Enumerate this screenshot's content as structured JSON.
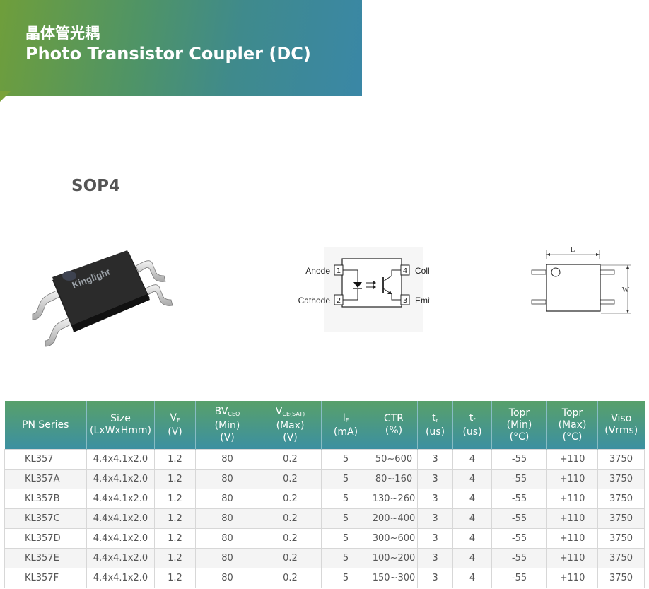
{
  "header": {
    "title_cn": "晶体管光耦",
    "title_en": "Photo Transistor Coupler (DC)"
  },
  "package": {
    "name": "SOP4",
    "chip_brand": "Kinglight"
  },
  "schematic": {
    "pins": [
      {
        "num": "1",
        "label": "Anode"
      },
      {
        "num": "2",
        "label": "Cathode"
      },
      {
        "num": "3",
        "label": "Emitter"
      },
      {
        "num": "4",
        "label": "Collector"
      }
    ]
  },
  "dimension": {
    "length_label": "L",
    "width_label": "W"
  },
  "table": {
    "headers": [
      {
        "main": "PN Series"
      },
      {
        "main": "Size",
        "line2": "(LxWxHmm)"
      },
      {
        "main": "V",
        "sub": "F",
        "line2": "(V)"
      },
      {
        "main": "BV",
        "sub": "CEO",
        "line2": "(Min)",
        "line3": "(V)"
      },
      {
        "main": "V",
        "sub": "CE(SAT)",
        "line2": "(Max)",
        "line3": "(V)"
      },
      {
        "main": "I",
        "sub": "F",
        "line2": "(mA)"
      },
      {
        "main": "CTR",
        "line2": "(%)"
      },
      {
        "main": "t",
        "sub": "r",
        "line2": "(us)"
      },
      {
        "main": "t",
        "sub": "f",
        "line2": "(us)"
      },
      {
        "main": "Topr",
        "line2": "(Min)",
        "line3": "(°C)"
      },
      {
        "main": "Topr",
        "line2": "(Max)",
        "line3": "(°C)"
      },
      {
        "main": "Viso",
        "line2": "(Vrms)"
      }
    ],
    "rows": [
      [
        "KL357",
        "4.4x4.1x2.0",
        "1.2",
        "80",
        "0.2",
        "5",
        "50~600",
        "3",
        "4",
        "-55",
        "+110",
        "3750"
      ],
      [
        "KL357A",
        "4.4x4.1x2.0",
        "1.2",
        "80",
        "0.2",
        "5",
        "80~160",
        "3",
        "4",
        "-55",
        "+110",
        "3750"
      ],
      [
        "KL357B",
        "4.4x4.1x2.0",
        "1.2",
        "80",
        "0.2",
        "5",
        "130~260",
        "3",
        "4",
        "-55",
        "+110",
        "3750"
      ],
      [
        "KL357C",
        "4.4x4.1x2.0",
        "1.2",
        "80",
        "0.2",
        "5",
        "200~400",
        "3",
        "4",
        "-55",
        "+110",
        "3750"
      ],
      [
        "KL357D",
        "4.4x4.1x2.0",
        "1.2",
        "80",
        "0.2",
        "5",
        "300~600",
        "3",
        "4",
        "-55",
        "+110",
        "3750"
      ],
      [
        "KL357E",
        "4.4x4.1x2.0",
        "1.2",
        "80",
        "0.2",
        "5",
        "100~200",
        "3",
        "4",
        "-55",
        "+110",
        "3750"
      ],
      [
        "KL357F",
        "4.4x4.1x2.0",
        "1.2",
        "80",
        "0.2",
        "5",
        "150~300",
        "3",
        "4",
        "-55",
        "+110",
        "3750"
      ]
    ]
  }
}
